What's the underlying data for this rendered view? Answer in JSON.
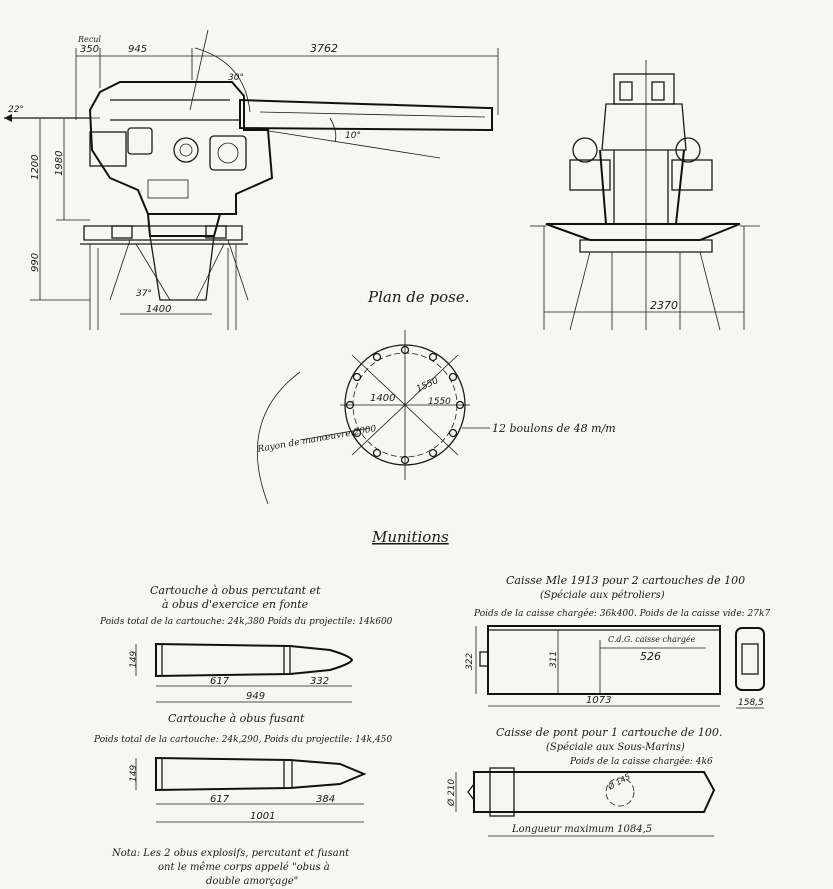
{
  "gun_side": {
    "recul_label": "Recul",
    "dims": [
      "350",
      "945",
      "3762",
      "1200",
      "1980",
      "990",
      "1400",
      "37°",
      "30°",
      "10°",
      "22°"
    ]
  },
  "gun_front": {
    "width": "2370"
  },
  "plan": {
    "title": "Plan de pose.",
    "d1": "1400",
    "d2": "1550",
    "d3": "1550",
    "radius": "Rayon de manœuvre:2000",
    "bolts": "12 boulons de 48 m/m"
  },
  "munitions": {
    "title": "Munitions",
    "c1": {
      "title": "Cartouche à obus percutant et",
      "title2": "à obus d'exercice en fonte",
      "weight": "Poids total de la cartouche: 24k,380 Poids du projectile: 14k600",
      "diam": "149",
      "len_a": "617",
      "len_b": "332",
      "total": "949"
    },
    "c2": {
      "title": "Cartouche à obus fusant",
      "weight": "Poids total de la cartouche: 24k,290, Poids du projectile: 14k,450",
      "diam": "149",
      "len_a": "617",
      "len_b": "384",
      "total": "1001"
    },
    "case1": {
      "title": "Caisse Mle 1913 pour 2 cartouches de 100",
      "sub": "(Spéciale aux pétroliers)",
      "weight": "Poids de la caisse chargée: 36k400. Poids de la caisse vide: 27k7",
      "h1": "322",
      "h2": "311",
      "cdg": "C.d.G. caisse chargée",
      "cdg_val": "526",
      "length": "1073",
      "depth": "158,5"
    },
    "case2": {
      "title": "Caisse de pont pour 1 cartouche de 100.",
      "sub": "(Spéciale aux Sous-Marins)",
      "weight": "Poids de la caisse chargée: 4k6",
      "diam": "Ø 210",
      "inner": "Ø 145",
      "length": "Longueur maximum 1084,5"
    },
    "note1": "Nota: Les 2 obus explosifs, percutant et fusant",
    "note2": "ont le même corps appelé \"obus à",
    "note3": "double amorçage\""
  }
}
